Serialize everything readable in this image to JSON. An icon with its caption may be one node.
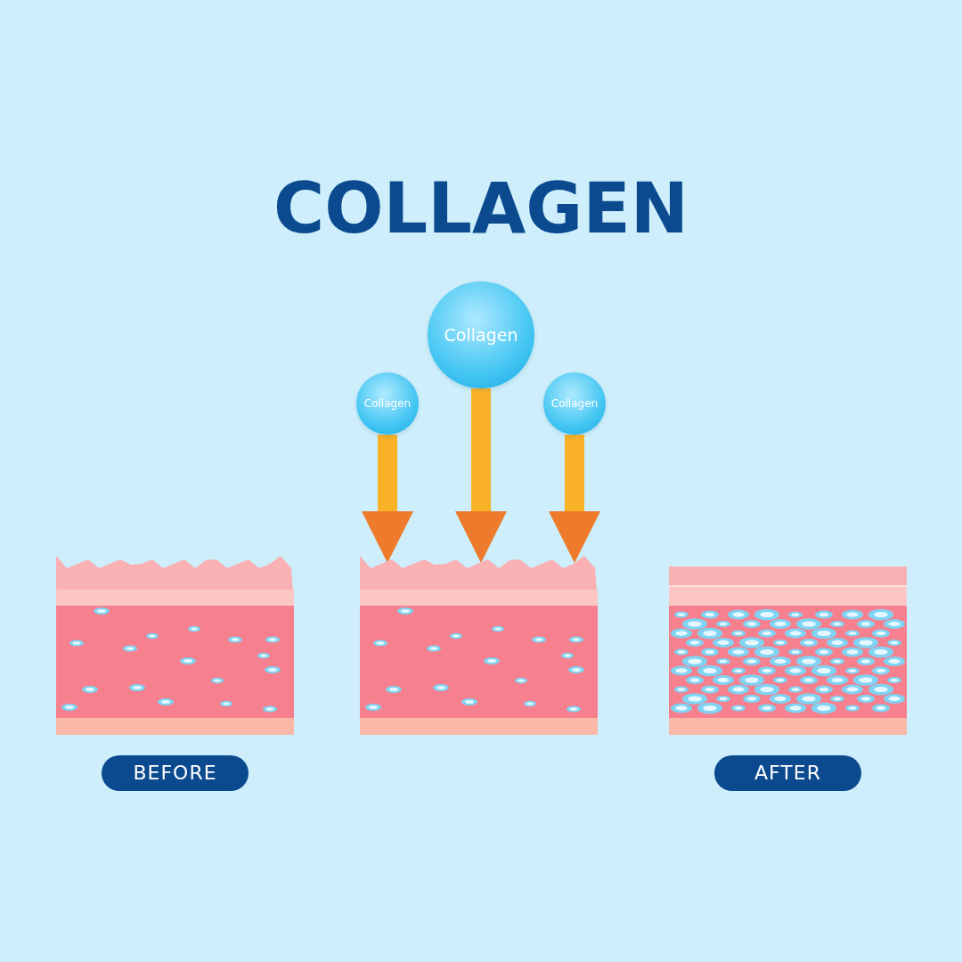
{
  "diagram": {
    "title": "COLLAGEN",
    "nodes": [
      {
        "text": [
          "Collagen"
        ]
      },
      {
        "text": [
          "Collagen"
        ]
      },
      {
        "text": [
          "Collagen"
        ]
      },
      {
        "text": [],
        "shape": "picture"
      },
      {
        "text": [],
        "shape": "picture"
      },
      {
        "text": [],
        "shape": "picture"
      },
      {
        "text": [
          "BEFORE"
        ]
      },
      {
        "text": [
          "AFTER"
        ]
      }
    ],
    "edges": [
      {
        "from": 1,
        "to": 4,
        "arrow": "to"
      },
      {
        "from": 0,
        "to": 4,
        "arrow": "to"
      },
      {
        "from": 2,
        "to": 4,
        "arrow": "to"
      }
    ]
  }
}
